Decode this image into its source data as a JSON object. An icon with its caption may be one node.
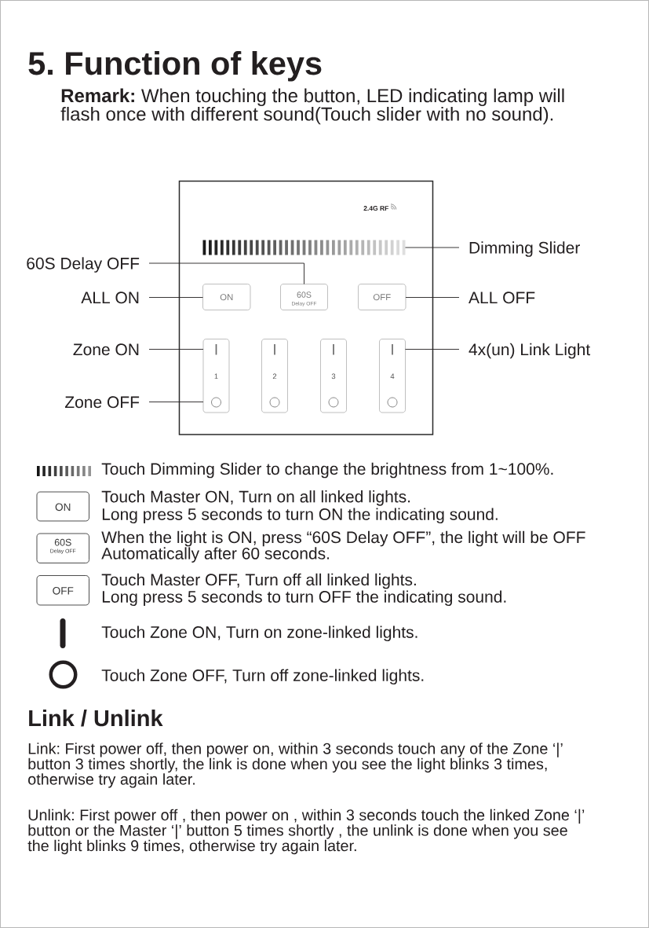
{
  "diagram": {
    "title": "5. Function of keys",
    "nodes": [
      {
        "text": [],
        "shape": "box"
      },
      {
        "text": [],
        "shape": "bar",
        "in": 0
      },
      {
        "text": [
          "ON"
        ],
        "in": 0
      },
      {
        "text": [
          "60S",
          "Delay OFF"
        ],
        "in": 0
      },
      {
        "text": [
          "OFF"
        ],
        "in": 0
      },
      {
        "text": [
          "1"
        ],
        "in": 0
      },
      {
        "text": [
          "2"
        ],
        "in": 0
      },
      {
        "text": [
          "3"
        ],
        "in": 0
      },
      {
        "text": [
          "4"
        ],
        "in": 0
      },
      {
        "text": [
          "60S Delay OFF"
        ]
      },
      {
        "text": [
          "ALL ON"
        ]
      },
      {
        "text": [
          "Zone ON"
        ]
      },
      {
        "text": [
          "Zone OFF"
        ]
      },
      {
        "text": [
          "Dimming Slider"
        ]
      },
      {
        "text": [
          "ALL OFF"
        ]
      },
      {
        "text": [
          "4x(un) Link Light"
        ]
      },
      {
        "text": [],
        "shape": "bar",
        "beside": [
          "Touch Dimming Slider to change the brightness from 1~100%."
        ]
      },
      {
        "text": [
          "ON"
        ],
        "beside": [
          "Touch Master ON, Turn on all linked lights.",
          "Long press 5 seconds to turn ON the indicating sound."
        ]
      },
      {
        "text": [
          "60S",
          "Delay OFF"
        ],
        "beside": [
          "When the light is ON, press “60S Delay OFF”, the light will be OFF Automatically after 60 seconds."
        ]
      },
      {
        "text": [
          "OFF"
        ],
        "beside": [
          "Touch Master OFF, Turn off all linked lights.",
          "Long press 5 seconds to turn OFF the indicating sound."
        ]
      },
      {
        "text": [],
        "shape": "bar",
        "beside": [
          "Touch Zone ON, Turn on zone-linked lights."
        ]
      },
      {
        "text": [],
        "shape": "circle",
        "beside": [
          "Touch Zone OFF, Turn off zone-linked lights."
        ]
      }
    ],
    "edges": [
      {
        "from": 9,
        "to": 3,
        "arrow": "none"
      },
      {
        "from": 10,
        "to": 2,
        "arrow": "none"
      },
      {
        "from": 11,
        "to": 5,
        "arrow": "none"
      },
      {
        "from": 12,
        "to": 5,
        "arrow": "none"
      },
      {
        "from": 13,
        "to": 1,
        "arrow": "none"
      },
      {
        "from": 14,
        "to": 4,
        "arrow": "none"
      },
      {
        "from": 15,
        "to": 8,
        "arrow": "none"
      }
    ],
    "labels": [
      "**Remark:** When touching the button, LED indicating lamp will flash once with different sound(Touch slider with no sound).",
      "2.4G RF",
      "Link / Unlink",
      "Link: First power off, then power on, within 3 seconds touch any of the Zone ‘|’ button 3 times shortly, the link is done when you see the light blinks 3 times, otherwise try again later.",
      "Unlink: First power off , then power on , within 3 seconds touch the linked Zone ‘|’ button or the Master ‘|’ button 5 times shortly , the unlink is done when you see the light blinks 9 times, otherwise try again later."
    ]
  }
}
